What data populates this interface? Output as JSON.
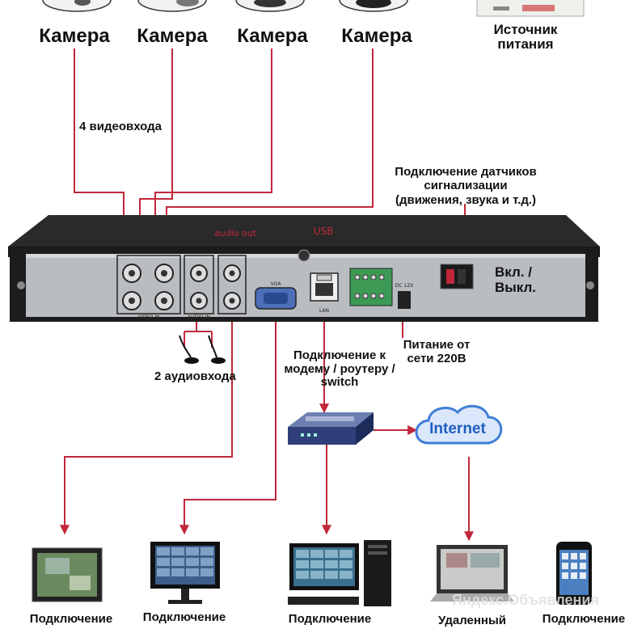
{
  "cameras": [
    {
      "label": "Камера"
    },
    {
      "label": "Камера"
    },
    {
      "label": "Камера"
    },
    {
      "label": "Камера"
    }
  ],
  "power_supply": {
    "label_line1": "Источник",
    "label_line2": "питания"
  },
  "video_inputs_label": "4 видеовхода",
  "sensors_label": {
    "line1": "Подключение датчиков",
    "line2": "сигнализации",
    "line3": "(движения, звука и т.д.)"
  },
  "dvr": {
    "audio_out_label": "audio out",
    "usb_label": "USB",
    "video_in_label": "VIDEO IN",
    "audio_in_label": "AUDIO IN",
    "vga_label": "VGA",
    "lan_label": "LAN",
    "dc_label": "DC 12V"
  },
  "on_off_label": {
    "line1": "Вкл. /",
    "line2": "Выкл."
  },
  "power_220_label": {
    "line1": "Питание от",
    "line2": "сети 220В"
  },
  "modem_label": {
    "line1": "Подключение к",
    "line2": "модему / роутеру /",
    "line3": "switch"
  },
  "audio_inputs_label": "2 аудиовхода",
  "internet_label": "Internet",
  "bottom_labels": [
    {
      "line1": "Подключение"
    },
    {
      "line1": "Подключение"
    },
    {
      "line1": "Подключение"
    },
    {
      "line1": "Удаленный"
    },
    {
      "line1": "Подключение"
    }
  ],
  "watermark": "Яндекс.Объявления",
  "colors": {
    "wire": "#c0273a",
    "device_body": "#1c1c1c",
    "panel": "#b9bcc0",
    "cloud": "#3f7fd6"
  }
}
